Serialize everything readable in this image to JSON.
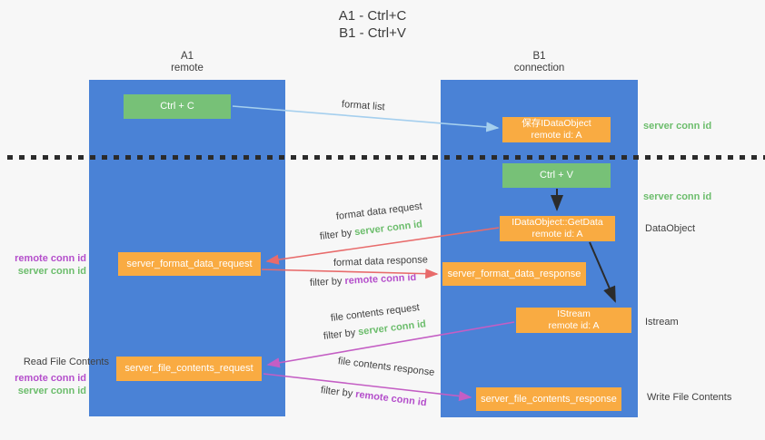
{
  "title": {
    "line1": "A1 - Ctrl+C",
    "line2": "B1 - Ctrl+V"
  },
  "lanes": {
    "left": {
      "name": "A1",
      "sub": "remote"
    },
    "right": {
      "name": "B1",
      "sub": "connection"
    }
  },
  "boxes": {
    "ctrl_c": "Ctrl + C",
    "ctrl_v": "Ctrl + V",
    "save_dataobject": {
      "line1": "保存IDataObject",
      "line2": "remote id: A"
    },
    "getdata": {
      "line1": "IDataObject::GetData",
      "line2": "remote id: A"
    },
    "istream": {
      "line1": "IStream",
      "line2": "remote id: A"
    },
    "format_request": "server_format_data_request",
    "format_response": "server_format_data_response",
    "file_request": "server_file_contents_request",
    "file_response": "server_file_contents_response"
  },
  "labels": {
    "format_list": "format list",
    "format_data_request": "format data request",
    "format_data_response": "format data response",
    "file_contents_request": "file contents request",
    "file_contents_response": "file contents response",
    "filter_by": "filter by ",
    "server_conn_id": "server conn id",
    "remote_conn_id": "remote conn id",
    "dataobject": "DataObject",
    "istream_side": "Istream",
    "read_file_contents": "Read File Contents",
    "write_file_contents": "Write File Contents"
  },
  "colors": {
    "lane_blue": "#4a82d6",
    "box_orange": "#f9ab42",
    "box_green": "#77c177",
    "text_green": "#6cbd6c",
    "text_purple": "#b44ecb",
    "arrow_red": "#e86b6b",
    "arrow_magenta": "#c45ec4",
    "arrow_lightblue": "#a5cfee",
    "arrow_black": "#2b2b2b",
    "background": "#f7f7f7"
  }
}
